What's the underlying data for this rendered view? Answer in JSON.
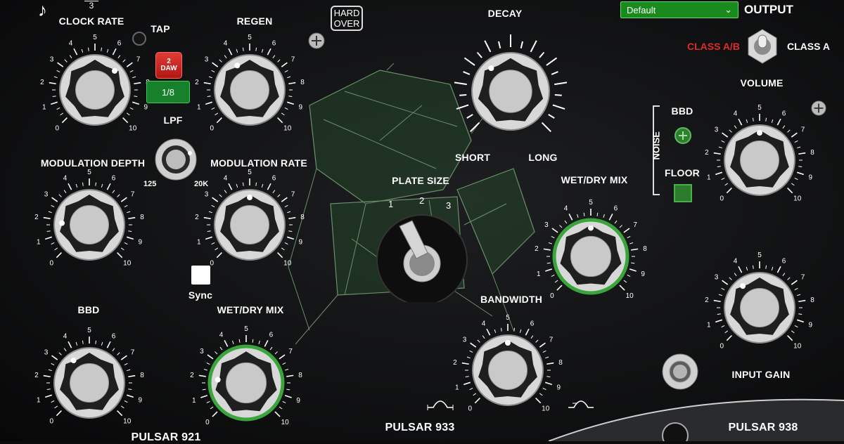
{
  "header": {
    "clock_triplet": "3",
    "hard_over": [
      "HARD",
      "OVER"
    ],
    "preset": "Default",
    "output_label": "OUTPUT",
    "class_ab": "CLASS A/B",
    "class_a": "CLASS A"
  },
  "tap": {
    "label": "TAP",
    "daw_top": "2",
    "daw_label": "DAW",
    "division": "1/8"
  },
  "lpf": {
    "label": "LPF",
    "min": "125",
    "max": "20K"
  },
  "sync": {
    "label": "Sync"
  },
  "plate": {
    "label": "PLATE SIZE",
    "ticks": [
      "1",
      "2",
      "3"
    ]
  },
  "decay": {
    "label": "DECAY",
    "short": "SHORT",
    "long": "LONG"
  },
  "noise": {
    "label": "NOISE",
    "bbd": "BBD",
    "floor": "FLOOR"
  },
  "scale_numbers": [
    "0",
    "1",
    "2",
    "3",
    "4",
    "5",
    "6",
    "7",
    "8",
    "9",
    "10"
  ],
  "knobs": [
    {
      "id": "clock-rate",
      "label": "CLOCK RATE",
      "value": 6.7
    },
    {
      "id": "regen",
      "label": "REGEN",
      "value": 4.0
    },
    {
      "id": "modulation-depth",
      "label": "MODULATION DEPTH",
      "value": 1.8
    },
    {
      "id": "modulation-rate",
      "label": "MODULATION RATE",
      "value": 5.0
    },
    {
      "id": "bbd-level",
      "label": "BBD",
      "value": 3.7
    },
    {
      "id": "wet-dry-mix-left",
      "label": "WET/DRY MIX",
      "value": 1.9
    },
    {
      "id": "wet-dry-mix-right",
      "label": "WET/DRY MIX",
      "value": 5.0
    },
    {
      "id": "bandwidth",
      "label": "BANDWIDTH",
      "value": 5.0
    },
    {
      "id": "volume",
      "label": "VOLUME",
      "value": 5.0
    },
    {
      "id": "input-gain",
      "label": "INPUT GAIN",
      "value": 3.6
    }
  ],
  "footer": {
    "pulsar_left": "PULSAR 921",
    "pulsar_mid": "PULSAR 933",
    "pulsar_right": "PULSAR 938"
  },
  "colors": {
    "accent_green": "#188a1e",
    "class_ab_red": "#e02b2b",
    "ring_green": "#3aa53a"
  },
  "icons": [
    "music-note-icon",
    "screw-icon",
    "low-cut-filter-icon",
    "high-cut-filter-icon"
  ]
}
